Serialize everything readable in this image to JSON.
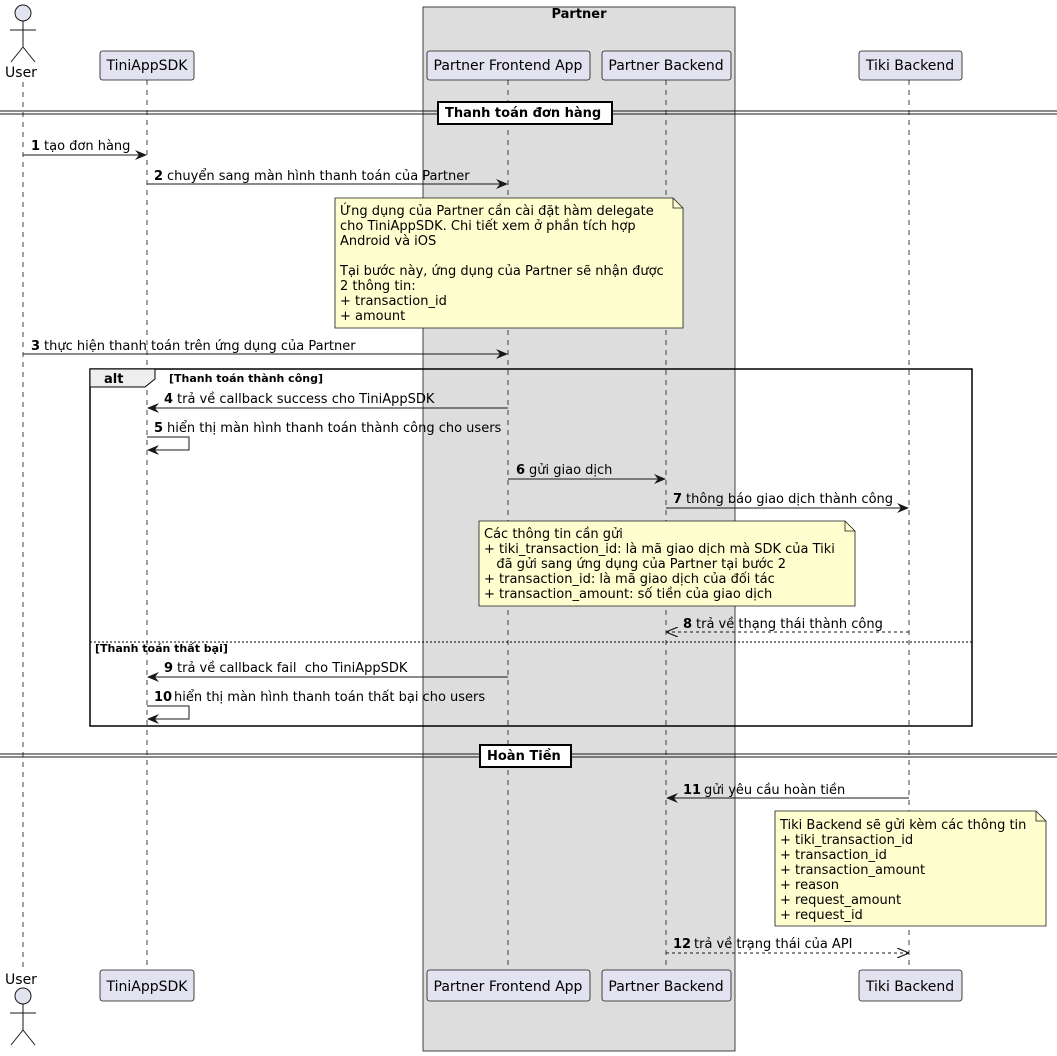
{
  "diagram": {
    "type": "sequence",
    "group_title": "Partner",
    "participants": [
      {
        "id": "user",
        "label": "User",
        "kind": "actor"
      },
      {
        "id": "sdk",
        "label": "TiniAppSDK",
        "kind": "participant"
      },
      {
        "id": "pfe",
        "label": "Partner Frontend App",
        "kind": "participant"
      },
      {
        "id": "pbe",
        "label": "Partner Backend",
        "kind": "participant"
      },
      {
        "id": "tiki",
        "label": "Tiki Backend",
        "kind": "participant"
      }
    ],
    "dividers": [
      {
        "id": "pay",
        "label": "Thanh toán đơn hàng"
      },
      {
        "id": "refund",
        "label": "Hoàn Tiền"
      }
    ],
    "messages": [
      {
        "n": "1",
        "from": "user",
        "to": "sdk",
        "text": "tạo đơn hàng",
        "dashed": false
      },
      {
        "n": "2",
        "from": "sdk",
        "to": "pfe",
        "text": "chuyển sang màn hình thanh toán của Partner",
        "dashed": false
      },
      {
        "n": "3",
        "from": "user",
        "to": "pfe",
        "text": "thực hiện thanh toán trên ứng dụng của Partner",
        "dashed": false
      },
      {
        "n": "4",
        "from": "pfe",
        "to": "sdk",
        "text": "trả về callback success cho TiniAppSDK",
        "dashed": false
      },
      {
        "n": "5",
        "from": "sdk",
        "to": "sdk",
        "text": "hiển thị màn hình thanh toán thành công cho users",
        "dashed": false
      },
      {
        "n": "6",
        "from": "pfe",
        "to": "pbe",
        "text": "gửi giao dịch",
        "dashed": false
      },
      {
        "n": "7",
        "from": "pbe",
        "to": "tiki",
        "text": "thông báo giao dịch thành công",
        "dashed": false
      },
      {
        "n": "8",
        "from": "tiki",
        "to": "pbe",
        "text": "trả về thạng thái thành công",
        "dashed": true
      },
      {
        "n": "9",
        "from": "pfe",
        "to": "sdk",
        "text": "trả về callback fail  cho TiniAppSDK",
        "dashed": false
      },
      {
        "n": "10",
        "from": "sdk",
        "to": "sdk",
        "text": "hiển thị màn hình thanh toán thất bại cho users",
        "dashed": false
      },
      {
        "n": "11",
        "from": "tiki",
        "to": "pbe",
        "text": "gửi yêu cầu hoàn tiền",
        "dashed": false
      },
      {
        "n": "12",
        "from": "pbe",
        "to": "tiki",
        "text": "trả về trạng thái của API",
        "dashed": true
      }
    ],
    "notes": [
      {
        "id": "note1",
        "lines": [
          "Ứng dụng của Partner cần cài đặt hàm delegate",
          "cho TiniAppSDK.  Chi tiết xem ở phần tích hợp",
          "Android và iOS",
          "",
          "Tại bước này, ứng dụng của Partner sẽ nhận được",
          "2 thông tin:",
          "+ transaction_id",
          "+ amount"
        ]
      },
      {
        "id": "note2",
        "lines": [
          "Các thông tin cần gửi",
          "+ tiki_transaction_id: là mã giao dịch mà SDK của Tiki",
          "   đã gửi sang ứng dụng của Partner tại bước 2",
          "+ transaction_id: là mã giao dịch của đối tác",
          "+ transaction_amount: số tiền của giao dịch"
        ]
      },
      {
        "id": "note3",
        "lines": [
          "Tiki Backend sẽ gửi kèm các thông tin",
          "+ tiki_transaction_id",
          "+ transaction_id",
          "+ transaction_amount",
          "+ reason",
          "+ request_amount",
          "+ request_id"
        ]
      }
    ],
    "alt": {
      "keyword": "alt",
      "guard1": "[Thanh toán thành công]",
      "guard2": "[Thanh toán thất bại]"
    }
  },
  "colors": {
    "participant_fill": "#e2e2f0",
    "participant_border": "#181818",
    "group_fill": "#dddddd",
    "note_fill": "#fefece",
    "line": "#181818"
  }
}
